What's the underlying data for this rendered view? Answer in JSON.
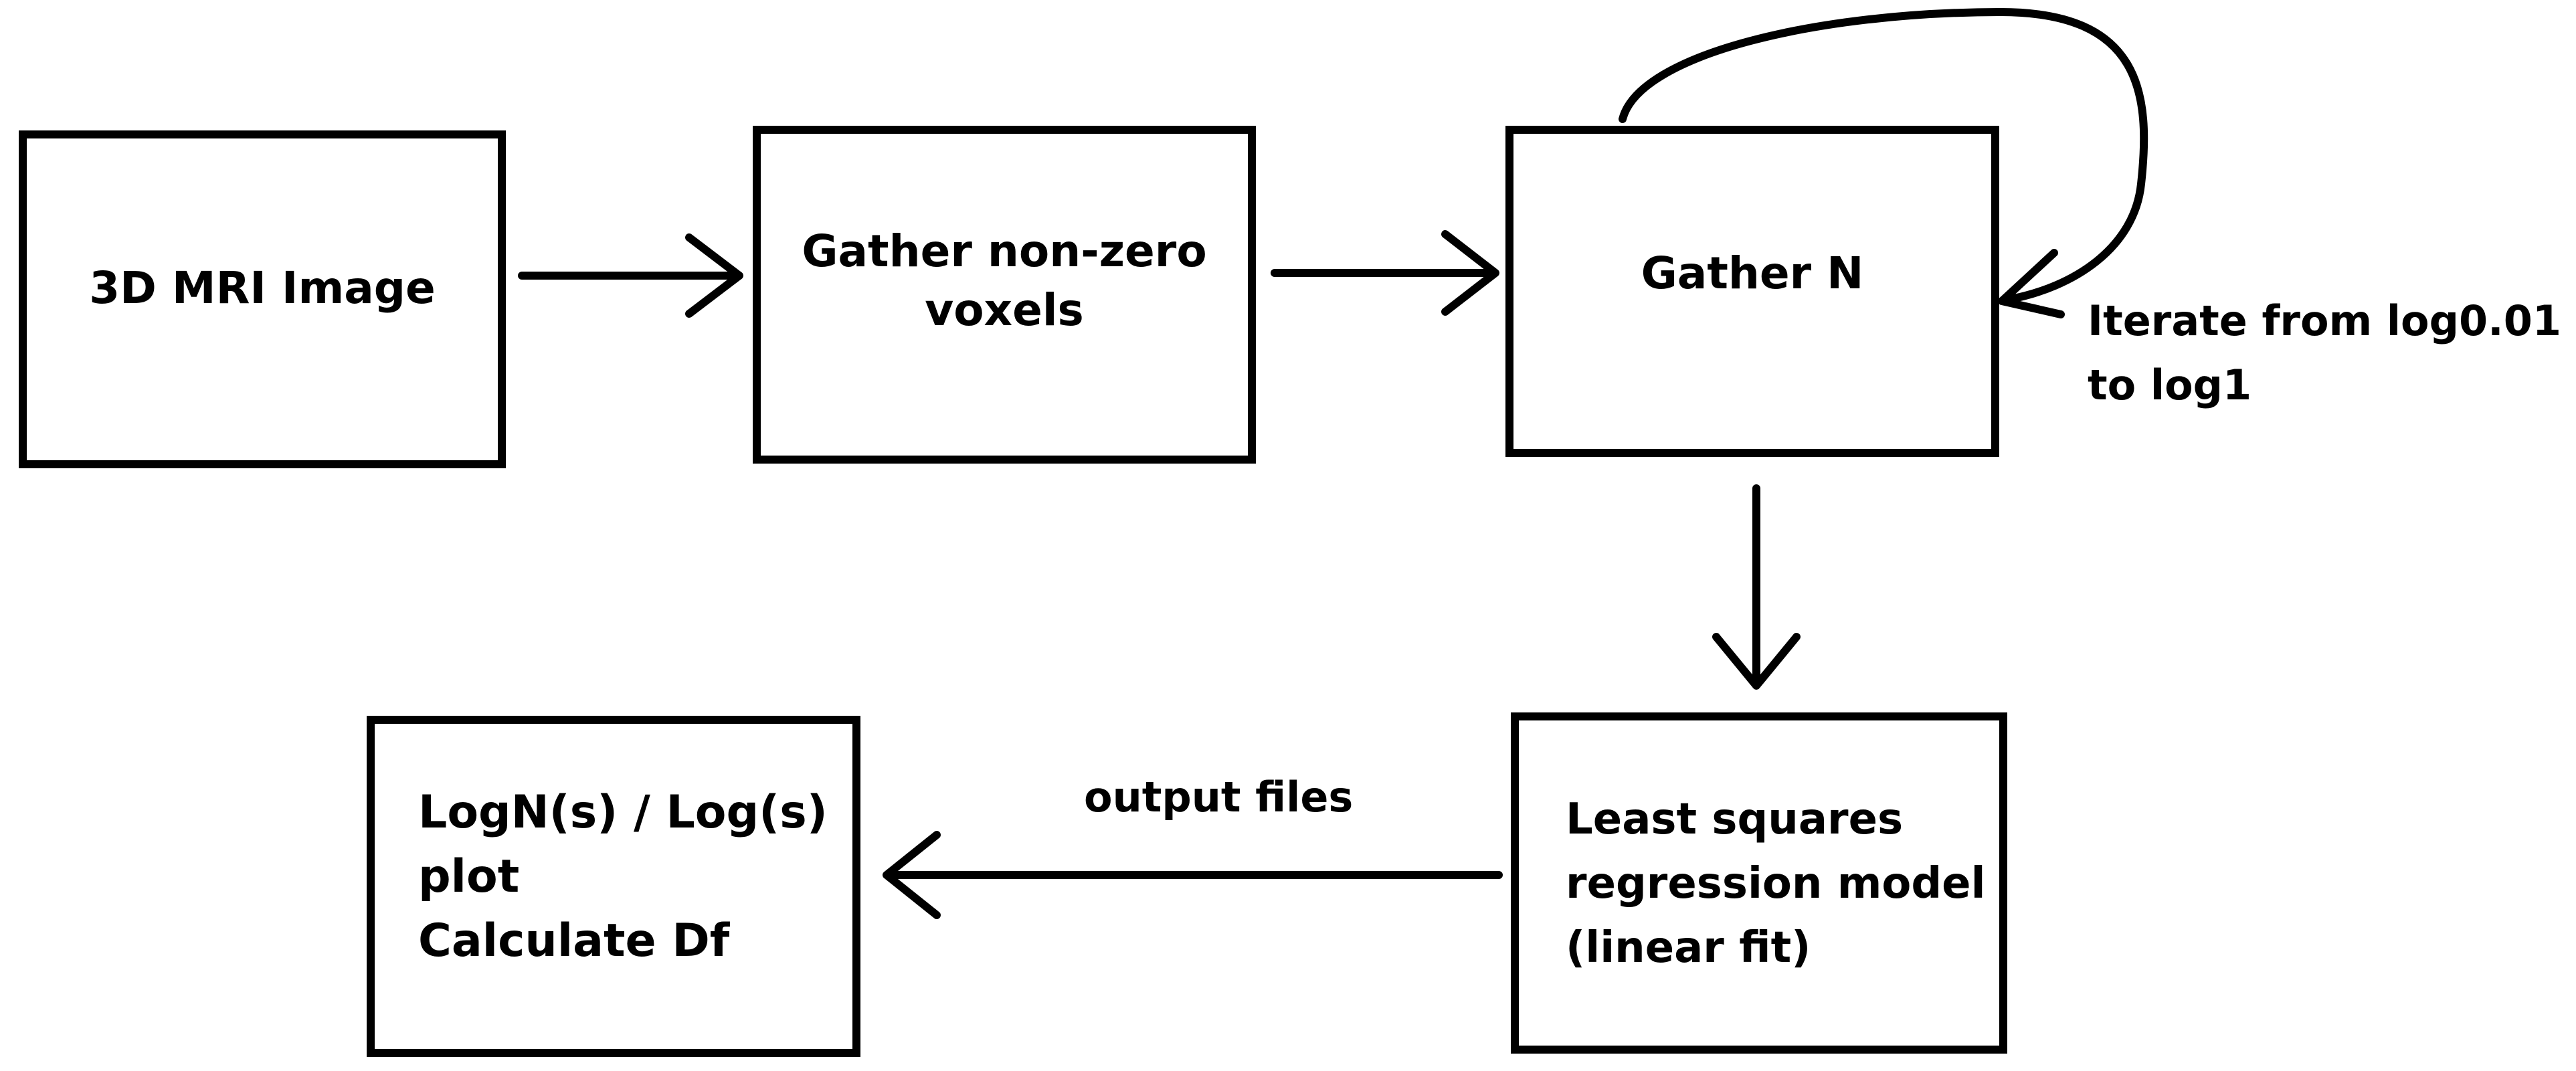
{
  "boxes": {
    "mri": {
      "label": "3D MRI Image"
    },
    "gather_voxels": {
      "label": "Gather non-zero\nvoxels"
    },
    "gather_n": {
      "label": "Gather N"
    },
    "regression": {
      "label": "Least squares\nregression model\n(linear fit)"
    },
    "plot": {
      "label": "LogN(s) / Log(s)\nplot\nCalculate Df"
    }
  },
  "labels": {
    "iterate": "Iterate from log0.01\nto log1",
    "output": "output files"
  }
}
